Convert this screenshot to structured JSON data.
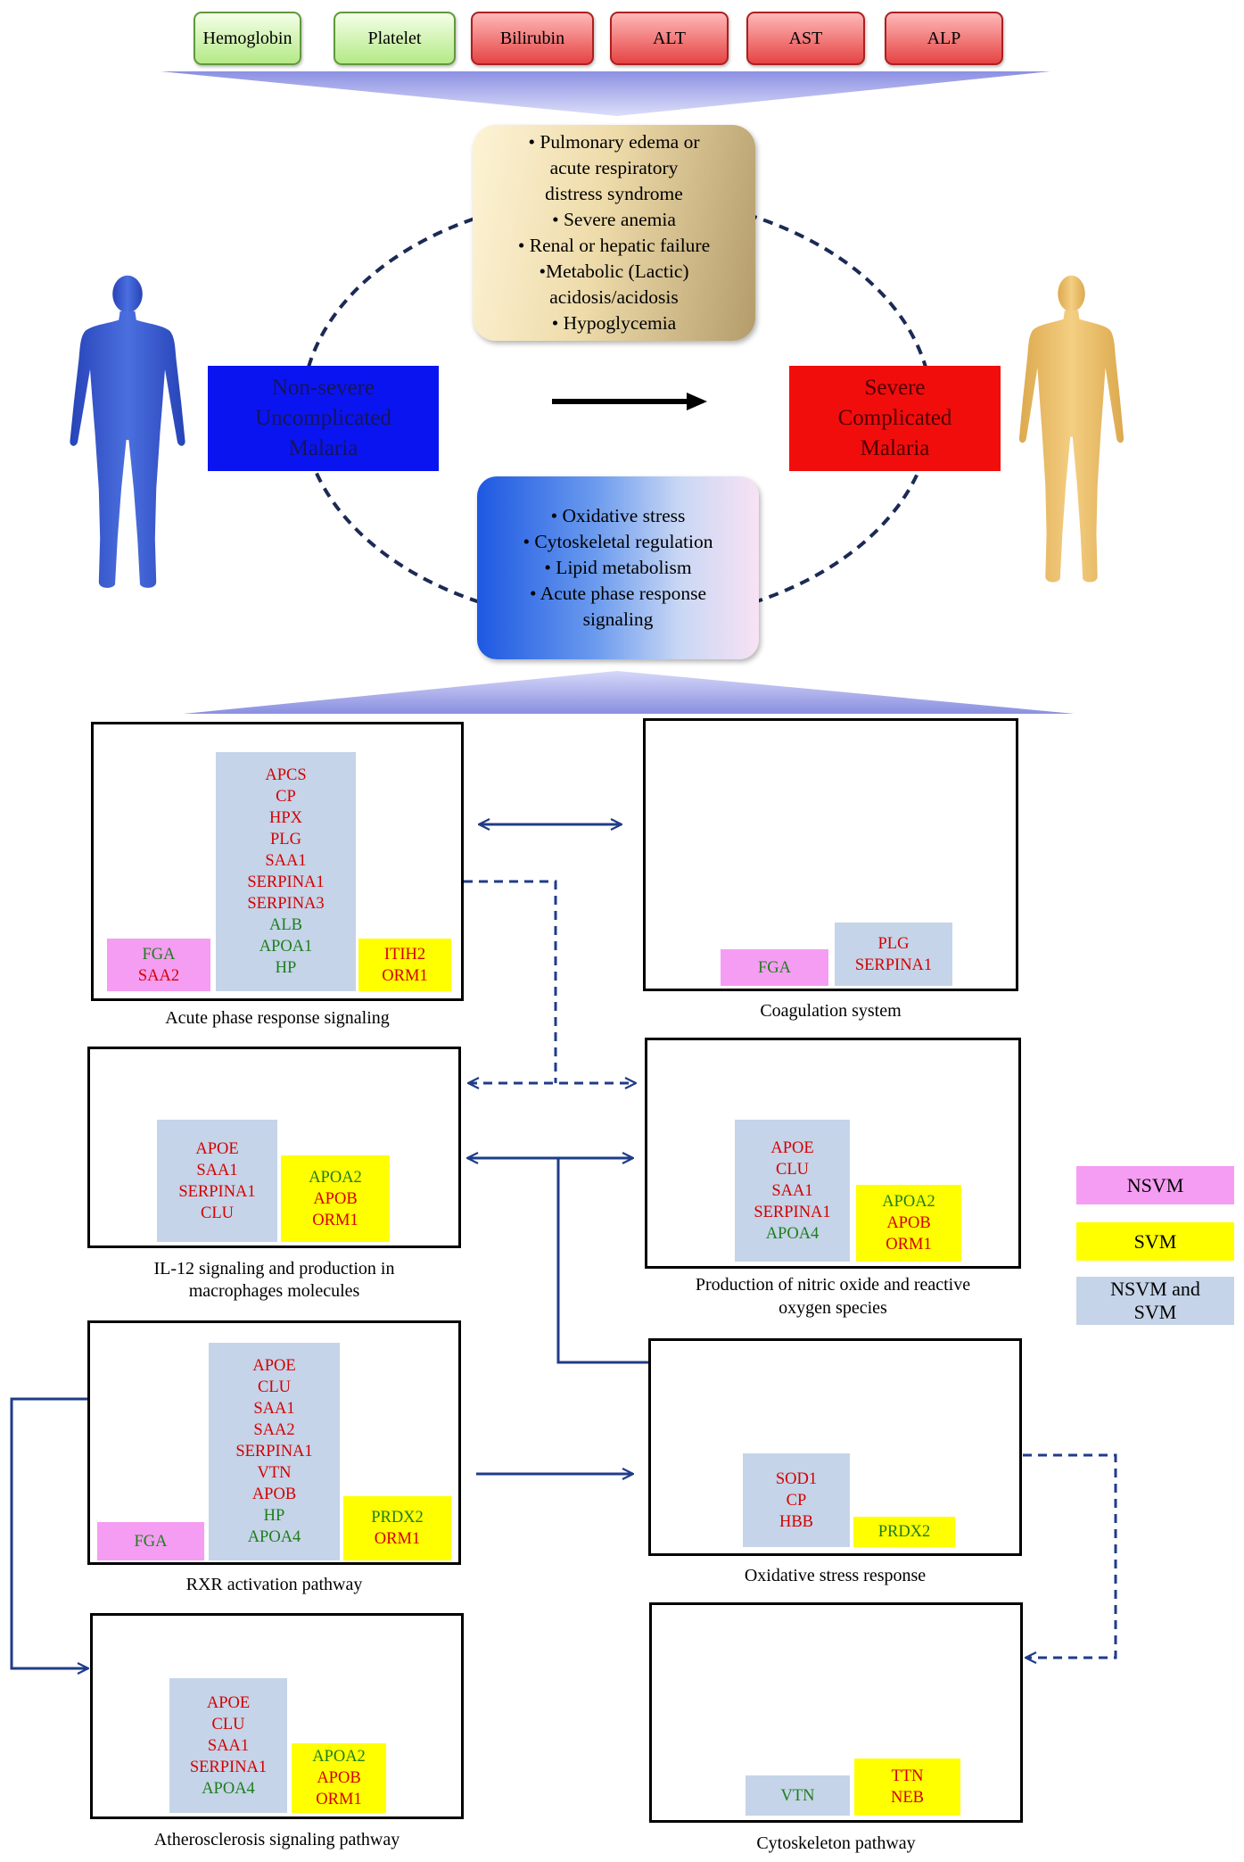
{
  "lab_markers": [
    {
      "label": "Hemoglobin",
      "tone": "green"
    },
    {
      "label": "Platelet",
      "tone": "green"
    },
    {
      "label": "Bilirubin",
      "tone": "red"
    },
    {
      "label": "ALT",
      "tone": "red"
    },
    {
      "label": "AST",
      "tone": "red"
    },
    {
      "label": "ALP",
      "tone": "red"
    }
  ],
  "severe_features": [
    "• Pulmonary edema or",
    "acute respiratory",
    "distress syndrome",
    "• Severe anemia",
    "• Renal or hepatic failure",
    "•Metabolic (Lactic)",
    "acidosis/acidosis",
    "• Hypoglycemia"
  ],
  "mechanisms": [
    "• Oxidative stress",
    "• Cytoskeletal regulation",
    "• Lipid metabolism",
    "• Acute phase response",
    "signaling"
  ],
  "non_severe": [
    "Non-severe",
    "Uncomplicated",
    "Malaria"
  ],
  "severe": [
    "Severe",
    "Complicated",
    "Malaria"
  ],
  "icons": {
    "left_figure": "human-silhouette",
    "right_figure": "human-silhouette",
    "progression": "arrow-right"
  },
  "panels": [
    {
      "caption": [
        "Acute phase response signaling"
      ],
      "nsvm": [
        {
          "name": "FGA",
          "tone": "green"
        },
        {
          "name": "SAA2",
          "tone": "red"
        }
      ],
      "both": [
        {
          "name": "APCS",
          "tone": "red"
        },
        {
          "name": "CP",
          "tone": "red"
        },
        {
          "name": "HPX",
          "tone": "red"
        },
        {
          "name": "PLG",
          "tone": "red"
        },
        {
          "name": "SAA1",
          "tone": "red"
        },
        {
          "name": "SERPINA1",
          "tone": "red"
        },
        {
          "name": "SERPINA3",
          "tone": "red"
        },
        {
          "name": "ALB",
          "tone": "green"
        },
        {
          "name": "APOA1",
          "tone": "green"
        },
        {
          "name": "HP",
          "tone": "green"
        }
      ],
      "svm": [
        {
          "name": "ITIH2",
          "tone": "red"
        },
        {
          "name": "ORM1",
          "tone": "red"
        }
      ]
    },
    {
      "caption": [
        "Coagulation system"
      ],
      "nsvm": [
        {
          "name": "FGA",
          "tone": "green"
        }
      ],
      "both": [
        {
          "name": "PLG",
          "tone": "red"
        },
        {
          "name": "SERPINA1",
          "tone": "red"
        }
      ]
    },
    {
      "caption": [
        "IL-12 signaling and production in",
        "macrophages molecules"
      ],
      "both": [
        {
          "name": "APOE",
          "tone": "red"
        },
        {
          "name": "SAA1",
          "tone": "red"
        },
        {
          "name": "SERPINA1",
          "tone": "red"
        },
        {
          "name": "CLU",
          "tone": "red"
        }
      ],
      "svm": [
        {
          "name": "APOA2",
          "tone": "green"
        },
        {
          "name": "APOB",
          "tone": "red"
        },
        {
          "name": "ORM1",
          "tone": "red"
        }
      ]
    },
    {
      "caption": [
        "Production of nitric oxide and reactive",
        "oxygen species"
      ],
      "both": [
        {
          "name": "APOE",
          "tone": "red"
        },
        {
          "name": "CLU",
          "tone": "red"
        },
        {
          "name": "SAA1",
          "tone": "red"
        },
        {
          "name": "SERPINA1",
          "tone": "red"
        },
        {
          "name": "APOA4",
          "tone": "green"
        }
      ],
      "svm": [
        {
          "name": "APOA2",
          "tone": "green"
        },
        {
          "name": "APOB",
          "tone": "red"
        },
        {
          "name": "ORM1",
          "tone": "red"
        }
      ]
    },
    {
      "caption": [
        "RXR activation pathway"
      ],
      "nsvm": [
        {
          "name": "FGA",
          "tone": "green"
        }
      ],
      "both": [
        {
          "name": "APOE",
          "tone": "red"
        },
        {
          "name": "CLU",
          "tone": "red"
        },
        {
          "name": "SAA1",
          "tone": "red"
        },
        {
          "name": "SAA2",
          "tone": "red"
        },
        {
          "name": "SERPINA1",
          "tone": "red"
        },
        {
          "name": "VTN",
          "tone": "red"
        },
        {
          "name": "APOB",
          "tone": "red"
        },
        {
          "name": "HP",
          "tone": "green"
        },
        {
          "name": "APOA4",
          "tone": "green"
        }
      ],
      "svm": [
        {
          "name": "PRDX2",
          "tone": "green"
        },
        {
          "name": "ORM1",
          "tone": "red"
        }
      ]
    },
    {
      "caption": [
        "Oxidative stress response"
      ],
      "both": [
        {
          "name": "SOD1",
          "tone": "red"
        },
        {
          "name": "CP",
          "tone": "red"
        },
        {
          "name": "HBB",
          "tone": "red"
        }
      ],
      "svm": [
        {
          "name": "PRDX2",
          "tone": "green"
        }
      ]
    },
    {
      "caption": [
        "Atherosclerosis signaling pathway"
      ],
      "both": [
        {
          "name": "APOE",
          "tone": "red"
        },
        {
          "name": "CLU",
          "tone": "red"
        },
        {
          "name": "SAA1",
          "tone": "red"
        },
        {
          "name": "SERPINA1",
          "tone": "red"
        },
        {
          "name": "APOA4",
          "tone": "green"
        }
      ],
      "svm": [
        {
          "name": "APOA2",
          "tone": "green"
        },
        {
          "name": "APOB",
          "tone": "red"
        },
        {
          "name": "ORM1",
          "tone": "red"
        }
      ]
    },
    {
      "caption": [
        "Cytoskeleton pathway"
      ],
      "both": [
        {
          "name": "VTN",
          "tone": "green"
        }
      ],
      "svm": [
        {
          "name": "TTN",
          "tone": "red"
        },
        {
          "name": "NEB",
          "tone": "red"
        }
      ]
    }
  ],
  "legend": {
    "nsvm": [
      "NSVM"
    ],
    "svm": [
      "SVM"
    ],
    "both": [
      "NSVM and",
      "SVM"
    ]
  },
  "colors": {
    "gene_red": "#d40000",
    "gene_green": "#1e7d1e",
    "nsvm": "#f59df2",
    "svm": "#ffff00",
    "both": "#c5d4e8",
    "non_severe_box": "#0a14f0",
    "severe_box": "#f20d0d",
    "connector": "#1f3c88"
  }
}
